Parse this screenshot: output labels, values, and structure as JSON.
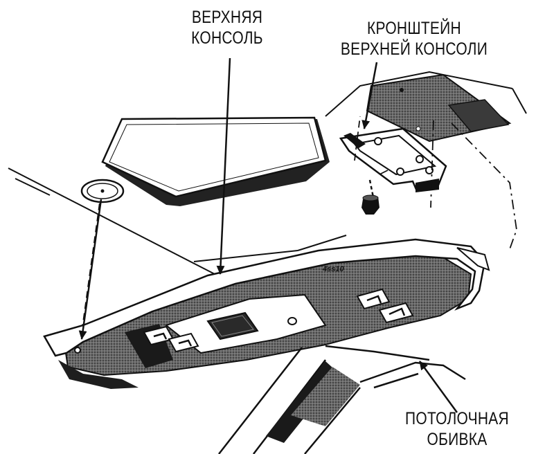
{
  "labels": {
    "overhead_console": {
      "line1": "ВЕРХНЯЯ",
      "line2": "КОНСОЛЬ"
    },
    "console_bracket": {
      "line1": "КРОНШТЕЙН",
      "line2": "ВЕРХНЕЙ КОНСОЛИ"
    },
    "headliner": {
      "line1": "ПОТОЛОЧНАЯ",
      "line2": "ОБИВКА"
    }
  },
  "part_stamp": "4ss10",
  "colors": {
    "ink": "#111111",
    "shade": "#3a3a3a",
    "paper": "#ffffff"
  }
}
